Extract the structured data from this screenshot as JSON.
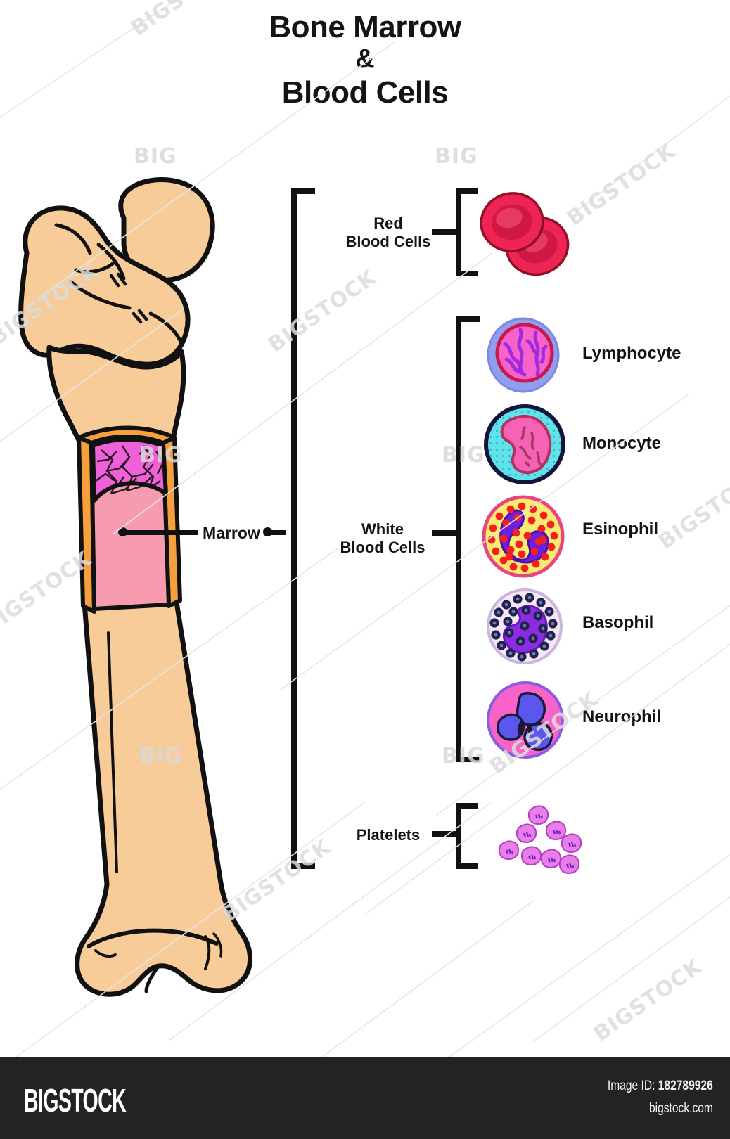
{
  "title": {
    "line1": "Bone Marrow",
    "amp": "&",
    "line2": "Blood Cells"
  },
  "diagram": {
    "bone_label": "Marrow",
    "groups": [
      {
        "id": "red-blood-cells",
        "label_line1": "Red",
        "label_line2": "Blood Cells"
      },
      {
        "id": "white-blood-cells",
        "label_line1": "White",
        "label_line2": "Blood Cells"
      },
      {
        "id": "platelets",
        "label_line1": "Platelets",
        "label_line2": ""
      }
    ],
    "white_blood_cells": [
      {
        "id": "lymphocyte",
        "label": "Lymphocyte"
      },
      {
        "id": "monocyte",
        "label": "Monocyte"
      },
      {
        "id": "esinophil",
        "label": "Esinophil"
      },
      {
        "id": "basophil",
        "label": "Basophil"
      },
      {
        "id": "neurophil",
        "label": "Neurophil"
      }
    ]
  },
  "colors": {
    "bone": "#F8CC98",
    "cortical": "#F5A03C",
    "marrow_cavity": "#F79BB0",
    "spongy_bone": "#F060D8",
    "outline": "#111111",
    "rbc": "#EE1F4E",
    "rbc_dark": "#C9173E",
    "lymphocyte_cyto": "#8F9EEF",
    "lymphocyte_nucleus": "#F763C8",
    "monocyte_cyto": "#5FE3E8",
    "monocyte_nucleus": "#F763B4",
    "esinophil_cyto": "#F9EB72",
    "esinophil_granule": "#F5201C",
    "esinophil_nucleus": "#6B1FE0",
    "basophil_cyto": "#F6E6F6",
    "basophil_granule": "#1F2150",
    "basophil_nucleus": "#8B2BE2",
    "neurophil_cyto": "#F763C8",
    "neurophil_nucleus": "#5B56EE",
    "platelet": "#E87EE8",
    "platelet_mark": "#7B22C8",
    "footer_bg": "#232323"
  },
  "watermark": {
    "tiles": [
      "BIGSTOCK",
      "BIG",
      "BIGSTOCK",
      "BIG",
      "BIGSTOCK",
      "BIGSTOCK",
      "BIG",
      "BIGSTOCK",
      "BIG",
      "BIGSTOCK",
      "BIGSTOCK",
      "BIG",
      "BIGSTOCK"
    ]
  },
  "footer": {
    "logo": "BIGSTOCK",
    "image_id_prefix": "Image ID: ",
    "image_id": "182789926",
    "site": "bigstock.com"
  }
}
